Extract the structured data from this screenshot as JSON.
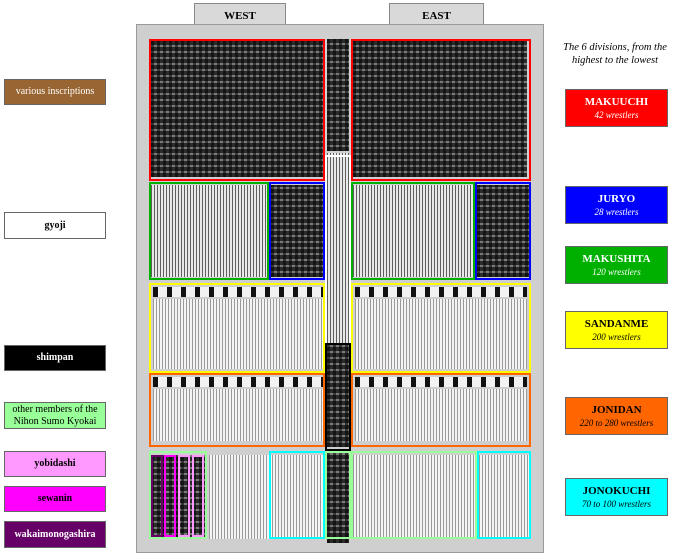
{
  "tabs": {
    "west": "WEST",
    "east": "EAST"
  },
  "note": "The 6 divisions, from the highest to the lowest",
  "divisions": [
    {
      "name": "MAKUUCHI",
      "count": "42 wrestlers",
      "color": "#ff0000",
      "text_color": "#ffffff"
    },
    {
      "name": "JURYO",
      "count": "28 wrestlers",
      "color": "#0000ff",
      "text_color": "#ffffff"
    },
    {
      "name": "MAKUSHITA",
      "count": "120 wrestlers",
      "color": "#00b000",
      "text_color": "#ffffff"
    },
    {
      "name": "SANDANME",
      "count": "200 wrestlers",
      "color": "#ffff00",
      "text_color": "#000000"
    },
    {
      "name": "JONIDAN",
      "count": "220 to 280 wrestlers",
      "color": "#ff6600",
      "text_color": "#000000"
    },
    {
      "name": "JONOKUCHI",
      "count": "70 to 100 wrestlers",
      "color": "#00ffff",
      "text_color": "#000000"
    }
  ],
  "others": [
    {
      "name": "various inscriptions",
      "color": "#996633",
      "text_color": "#ffffff",
      "bold": false
    },
    {
      "name": "gyoji",
      "color": "#ffffff",
      "text_color": "#000000",
      "bold": true
    },
    {
      "name": "shimpan",
      "color": "#000000",
      "text_color": "#ffffff",
      "bold": true
    },
    {
      "name": "other members of the Nihon Sumo Kyokai",
      "color": "#99ff99",
      "text_color": "#000000",
      "bold": false
    },
    {
      "name": "yobidashi",
      "color": "#ff99ff",
      "text_color": "#000000",
      "bold": true
    },
    {
      "name": "sewanin",
      "color": "#ff00ff",
      "text_color": "#000000",
      "bold": true
    },
    {
      "name": "wakaimonogashira",
      "color": "#660066",
      "text_color": "#ffffff",
      "bold": true
    }
  ]
}
